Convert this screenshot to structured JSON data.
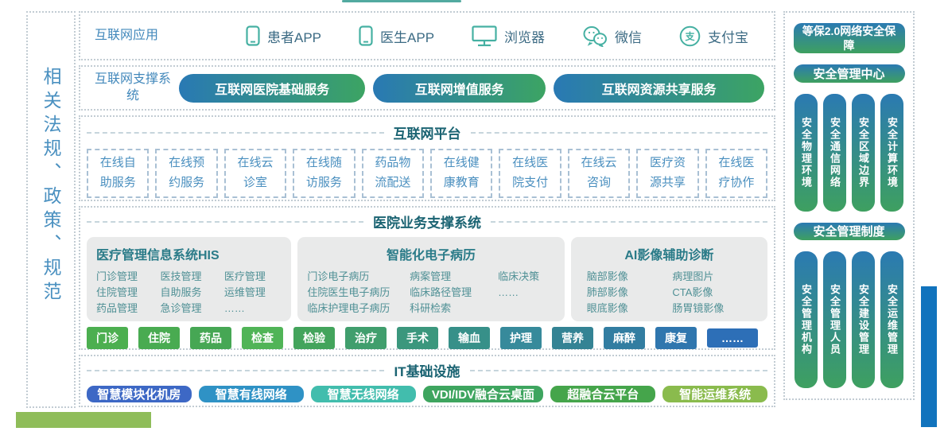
{
  "colors": {
    "accent_blue": "#2979b4",
    "accent_green": "#3ca463",
    "label_blue": "#4288bb",
    "section_title_teal": "#1a6372",
    "platform_item_blue": "#4a8fbf",
    "card_text_teal": "#4f9095",
    "icon_teal": "#45b0a2",
    "green_decoration_bar": "#8fbd59",
    "blue_decoration_bar": "#1173bd"
  },
  "left_sidebar": {
    "label": "相关法规、政策、规范"
  },
  "internet_apps": {
    "label": "互联网应用",
    "items": [
      {
        "icon": "phone-icon",
        "label": "患者APP"
      },
      {
        "icon": "phone-icon",
        "label": "医生APP"
      },
      {
        "icon": "monitor-icon",
        "label": "浏览器"
      },
      {
        "icon": "wechat-icon",
        "label": "微信"
      },
      {
        "icon": "alipay-icon",
        "label": "支付宝"
      }
    ]
  },
  "internet_support": {
    "label": "互联网支撑系统",
    "pills": [
      "互联网医院基础服务",
      "互联网增值服务",
      "互联网资源共享服务"
    ]
  },
  "internet_platform": {
    "title": "互联网平台",
    "items": [
      "在线自助服务",
      "在线预约服务",
      "在线云诊室",
      "在线随访服务",
      "药品物流配送",
      "在线健康教育",
      "在线医院支付",
      "在线云咨询",
      "医疗资源共享",
      "在线医疗协作"
    ]
  },
  "hospital_systems": {
    "title": "医院业务支撑系统",
    "cards": [
      {
        "title": "医疗管理信息系统HIS",
        "items": [
          "门诊管理",
          "医技管理",
          "医疗管理",
          "住院管理",
          "自助服务",
          "运维管理",
          "药品管理",
          "急诊管理",
          "……"
        ]
      },
      {
        "title": "智能化电子病历",
        "items": [
          "门诊电子病历",
          "病案管理",
          "临床决策",
          "住院医生电子病历",
          "临床路径管理",
          "……",
          "临床护理电子病历",
          "科研检索"
        ]
      },
      {
        "title": "AI影像辅助诊断",
        "items": [
          "脑部影像",
          "病理图片",
          "肺部影像",
          "CTA影像",
          "眼底影像",
          "肠胃镜影像"
        ]
      }
    ],
    "tags": [
      {
        "label": "门诊",
        "color": "#4caf50"
      },
      {
        "label": "住院",
        "color": "#49ab51"
      },
      {
        "label": "药品",
        "color": "#46a754"
      },
      {
        "label": "检查",
        "color": "#50b457"
      },
      {
        "label": "检验",
        "color": "#43a45c"
      },
      {
        "label": "治疗",
        "color": "#409e6d"
      },
      {
        "label": "手术",
        "color": "#3b977d"
      },
      {
        "label": "输血",
        "color": "#379089"
      },
      {
        "label": "护理",
        "color": "#378a9b"
      },
      {
        "label": "营养",
        "color": "#348394"
      },
      {
        "label": "麻醉",
        "color": "#327da1"
      },
      {
        "label": "康复",
        "color": "#2f76ae"
      },
      {
        "label": "……",
        "color": "#2d6fb7"
      }
    ]
  },
  "it_infrastructure": {
    "title": "IT基础设施",
    "pills": [
      {
        "label": "智慧模块化机房",
        "color": "#3d68c5"
      },
      {
        "label": "智慧有线网络",
        "color": "#2f92c5"
      },
      {
        "label": "智慧无线网络",
        "color": "#42bdad"
      },
      {
        "label": "VDI/IDV融合云桌面",
        "color": "#3ea55f"
      },
      {
        "label": "超融合云平台",
        "color": "#45a54b"
      },
      {
        "label": "智能运维系统",
        "color": "#8abb4d"
      }
    ]
  },
  "security_panel": {
    "header": "等保2.0网络安全保障",
    "management_center": "安全管理中心",
    "bars_top": [
      "安全物理环境",
      "安全通信网络",
      "安全区域边界",
      "安全计算环境"
    ],
    "management_system": "安全管理制度",
    "bars_bottom": [
      "安全管理机构",
      "安全管理人员",
      "安全建设管理",
      "安全运维管理"
    ]
  }
}
